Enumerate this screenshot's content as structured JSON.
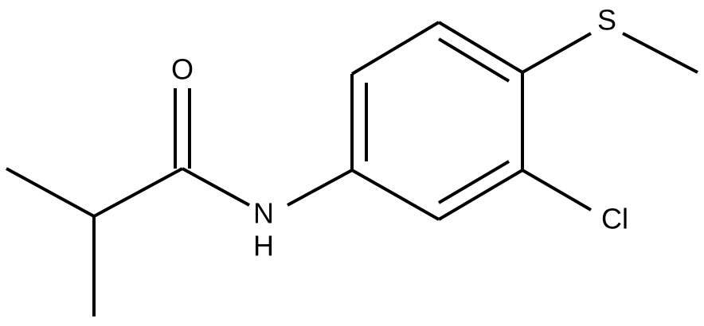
{
  "molecule": {
    "atoms": {
      "oxygen": "O",
      "nitrogen": "N",
      "hydrogen": "H",
      "sulfur": "S",
      "chlorine": "Cl"
    }
  },
  "colors": {
    "bond": "#000000",
    "text": "#000000",
    "background": "#ffffff"
  }
}
